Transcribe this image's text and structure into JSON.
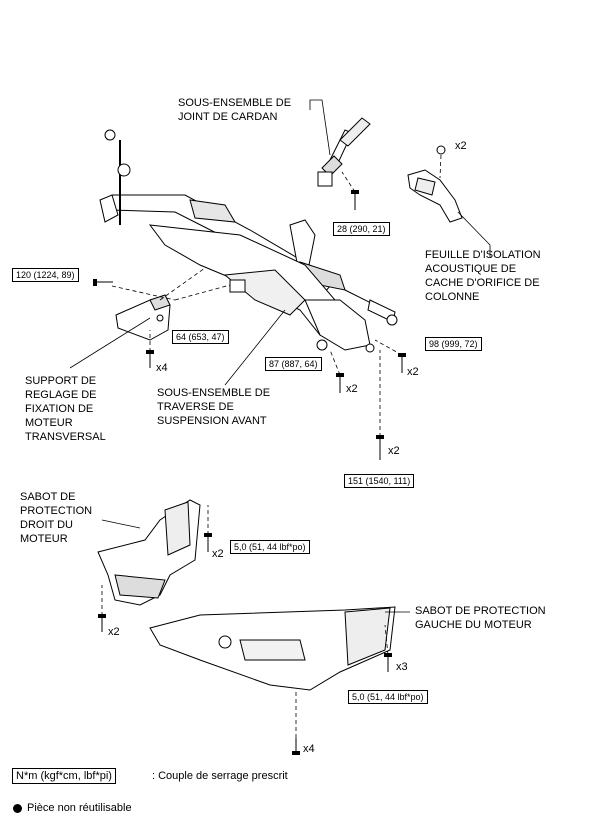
{
  "labels": {
    "cardan": "SOUS-ENSEMBLE DE\nJOINT DE CARDAN",
    "feuille": "FEUILLE D'ISOLATION\nACOUSTIQUE DE\nCACHE D'ORIFICE DE\nCOLONNE",
    "support": "SUPPORT DE\nREGLAGE DE\nFIXATION DE\nMOTEUR\nTRANSVERSAL",
    "traverse": "SOUS-ENSEMBLE DE\nTRAVERSE DE\nSUSPENSION AVANT",
    "sabot_droit": "SABOT DE\nPROTECTION\nDROIT DU\nMOTEUR",
    "sabot_gauche": "SABOT DE PROTECTION\nGAUCHE DU MOTEUR"
  },
  "torques": {
    "t28": "28 (290, 21)",
    "t120": "120 (1224, 89)",
    "t64": "64 (653, 47)",
    "t87": "87 (887, 64)",
    "t98": "98 (999, 72)",
    "t151": "151 (1540, 111)",
    "t5a": "5,0 (51, 44 lbf*po)",
    "t5b": "5,0 (51, 44 lbf*po)"
  },
  "quantities": {
    "q_top": "x2",
    "q_64": "x4",
    "q_87": "x2",
    "q_98": "x2",
    "q_151": "x2",
    "q_5a": "x2",
    "q_sabot_l": "x2",
    "q_5b": "x3",
    "q_bottom": "x4"
  },
  "legend": {
    "unit_box": "N*m (kgf*cm, lbf*pi)",
    "unit_text": ": Couple de serrage prescrit",
    "nonreuse_text": "Pièce non réutilisable"
  }
}
